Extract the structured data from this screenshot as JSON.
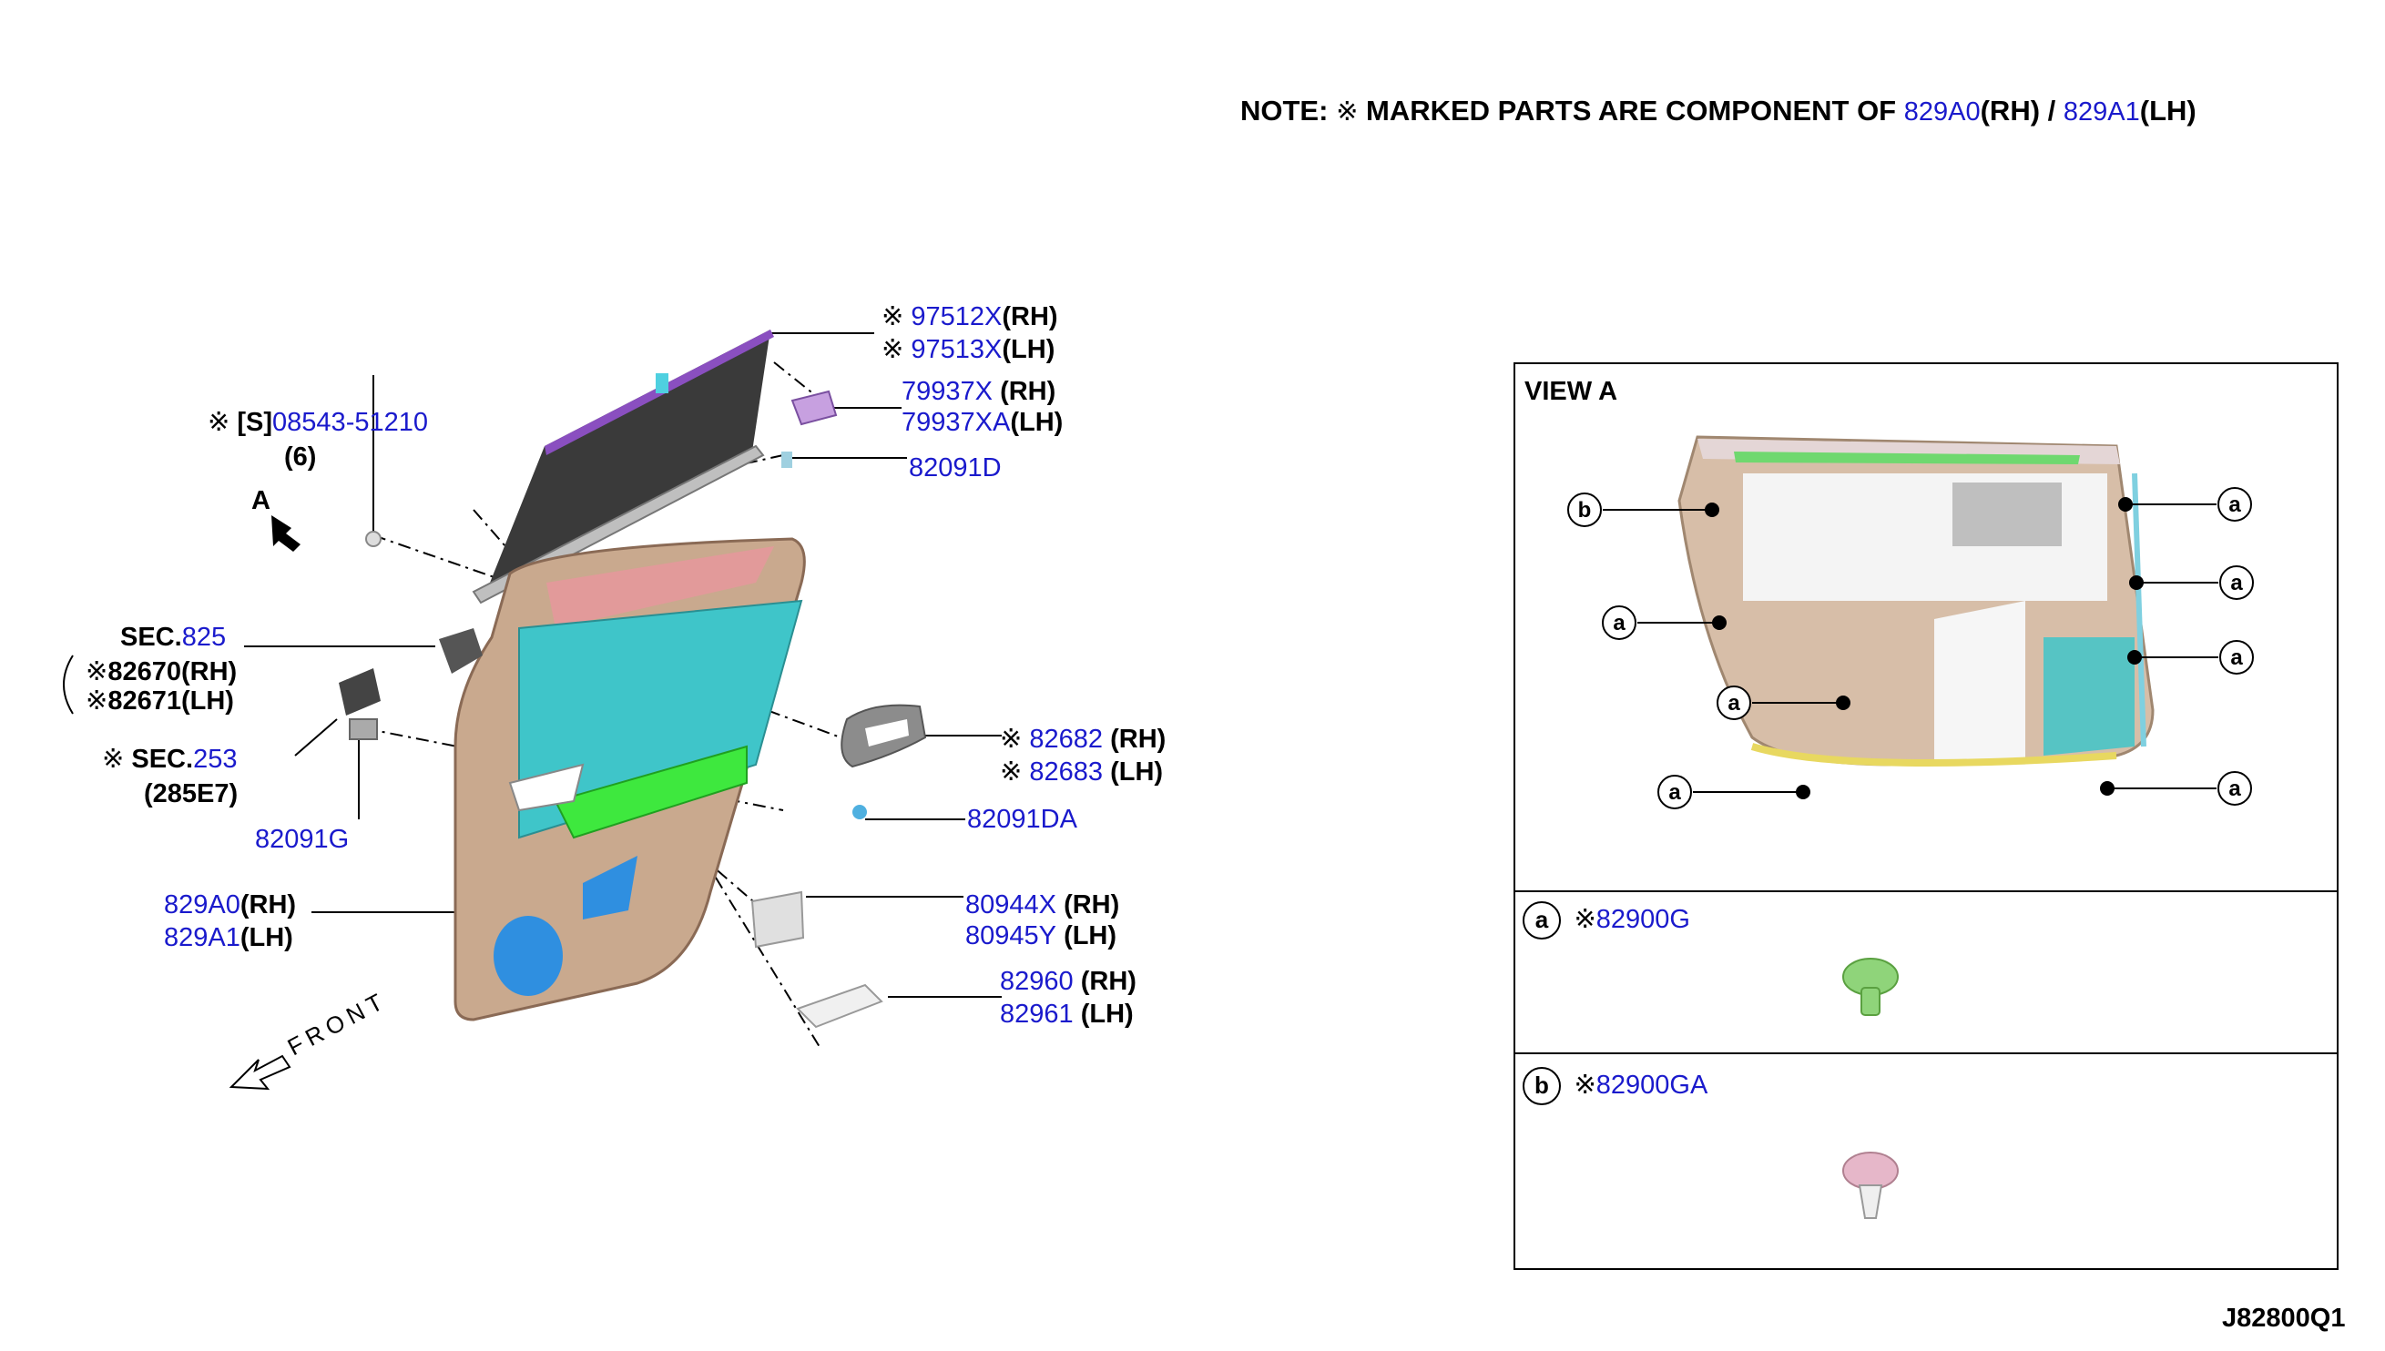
{
  "note": {
    "prefix": "NOTE:",
    "mark": "※",
    "text": "MARKED PARTS ARE COMPONENT OF",
    "part_rh": "829A0",
    "rh": "(RH)",
    "slash": "/",
    "part_lh": "829A1",
    "lh": "(LH)"
  },
  "labels": {
    "p97512": {
      "mark": "※",
      "code": "97512X",
      "side": "(RH)"
    },
    "p97513": {
      "mark": "※",
      "code": "97513X",
      "side": "(LH)"
    },
    "p79937x": {
      "code": "79937X",
      "side": "(RH)"
    },
    "p79937xa": {
      "code": "79937XA",
      "side": "(LH)"
    },
    "p82091d": {
      "code": "82091D"
    },
    "p08543": {
      "mark": "※",
      "bracket": "[S]",
      "code": "08543-51210",
      "qty": "(6)"
    },
    "view_arrow": "A",
    "sec825": {
      "prefix": "SEC.",
      "code": "825"
    },
    "p82670": {
      "mark": "※",
      "code": "82670",
      "side": "(RH)"
    },
    "p82671": {
      "mark": "※",
      "code": "82671",
      "side": "(LH)"
    },
    "sec253": {
      "mark": "※",
      "prefix": "SEC.",
      "code": "253",
      "sub": "(285E7)"
    },
    "p82091g": {
      "code": "82091G"
    },
    "p829a0": {
      "code": "829A0",
      "side": "(RH)"
    },
    "p829a1": {
      "code": "829A1",
      "side": "(LH)"
    },
    "front": "FRONT",
    "p82682": {
      "mark": "※",
      "code": "82682",
      "side": "(RH)"
    },
    "p82683": {
      "mark": "※",
      "code": "82683",
      "side": "(LH)"
    },
    "p82091da": {
      "code": "82091DA"
    },
    "p80944x": {
      "code": "80944X",
      "side": "(RH)"
    },
    "p80945y": {
      "code": "80945Y",
      "side": "(LH)"
    },
    "p82960": {
      "code": "82960",
      "side": "(RH)"
    },
    "p82961": {
      "code": "82961",
      "side": "(LH)"
    }
  },
  "view_a": {
    "title": "VIEW A",
    "callout_a": "a",
    "callout_b": "b",
    "legend_a": {
      "letter": "a",
      "mark": "※",
      "code": "82900G"
    },
    "legend_b": {
      "letter": "b",
      "mark": "※",
      "code": "82900GA"
    }
  },
  "diagram_id": "J82800Q1",
  "colors": {
    "part_link": "#1a1acc",
    "door_trim": "#c9a98e",
    "armrest": "#3ee83e",
    "panel_teal": "#3fc5c9",
    "speaker": "#2f8fe0",
    "window_shade": "#3a3a3a",
    "shade_trim": "#8a4fc0",
    "clip_green": "#8fd47a",
    "clip_pink": "#e6b7c9"
  }
}
